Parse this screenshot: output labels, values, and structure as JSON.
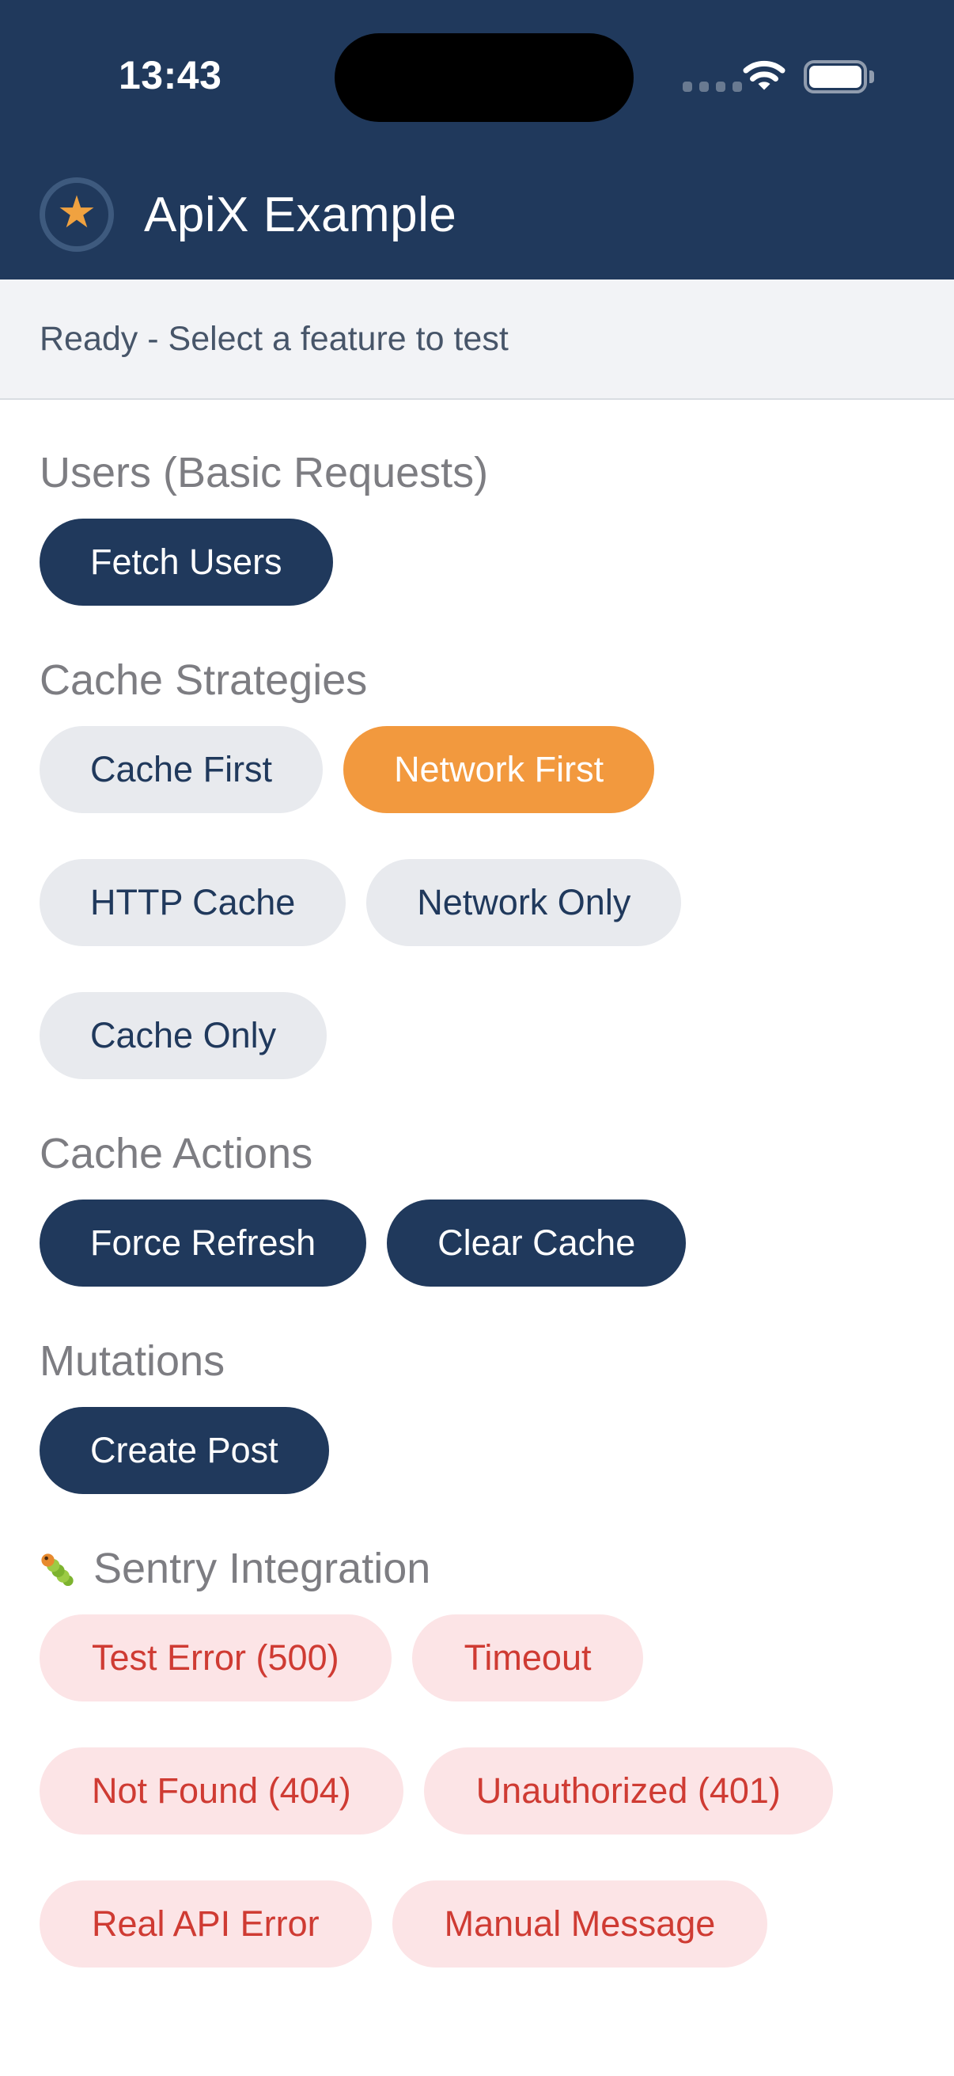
{
  "status_bar": {
    "time": "13:43",
    "signal_dots": 4,
    "wifi_icon": "wifi-icon",
    "battery_icon": "battery-icon",
    "battery_level": "full"
  },
  "header": {
    "title": "ApiX Example",
    "logo_icon": "star-icon"
  },
  "status_message": "Ready - Select a feature to test",
  "sections": [
    {
      "id": "users",
      "title": "Users (Basic Requests)",
      "buttons": [
        {
          "label": "Fetch Users",
          "style": "primary"
        }
      ]
    },
    {
      "id": "cache-strategies",
      "title": "Cache Strategies",
      "buttons": [
        {
          "label": "Cache First",
          "style": "neutral"
        },
        {
          "label": "Network First",
          "style": "active"
        },
        {
          "label": "HTTP Cache",
          "style": "neutral"
        },
        {
          "label": "Network Only",
          "style": "neutral"
        },
        {
          "label": "Cache Only",
          "style": "neutral"
        }
      ]
    },
    {
      "id": "cache-actions",
      "title": "Cache Actions",
      "buttons": [
        {
          "label": "Force Refresh",
          "style": "primary"
        },
        {
          "label": "Clear Cache",
          "style": "primary"
        }
      ]
    },
    {
      "id": "mutations",
      "title": "Mutations",
      "buttons": [
        {
          "label": "Create Post",
          "style": "primary"
        }
      ]
    },
    {
      "id": "sentry-integration",
      "title": "Sentry Integration",
      "icon": "bug-icon",
      "buttons": [
        {
          "label": "Test Error (500)",
          "style": "danger"
        },
        {
          "label": "Timeout",
          "style": "danger"
        },
        {
          "label": "Not Found (404)",
          "style": "danger"
        },
        {
          "label": "Unauthorized (401)",
          "style": "danger"
        },
        {
          "label": "Real API Error",
          "style": "danger"
        },
        {
          "label": "Manual Message",
          "style": "danger"
        }
      ]
    }
  ],
  "colors": {
    "navy": "#20395C",
    "orange_active": "#F2993E",
    "pill_gray": "#E8EAEE",
    "pill_pink": "#FCE4E6",
    "danger_red": "#CF3B33",
    "status_strip_bg": "#F2F3F6",
    "heading_gray": "#7D7D82",
    "star_orange": "#F0A240"
  }
}
